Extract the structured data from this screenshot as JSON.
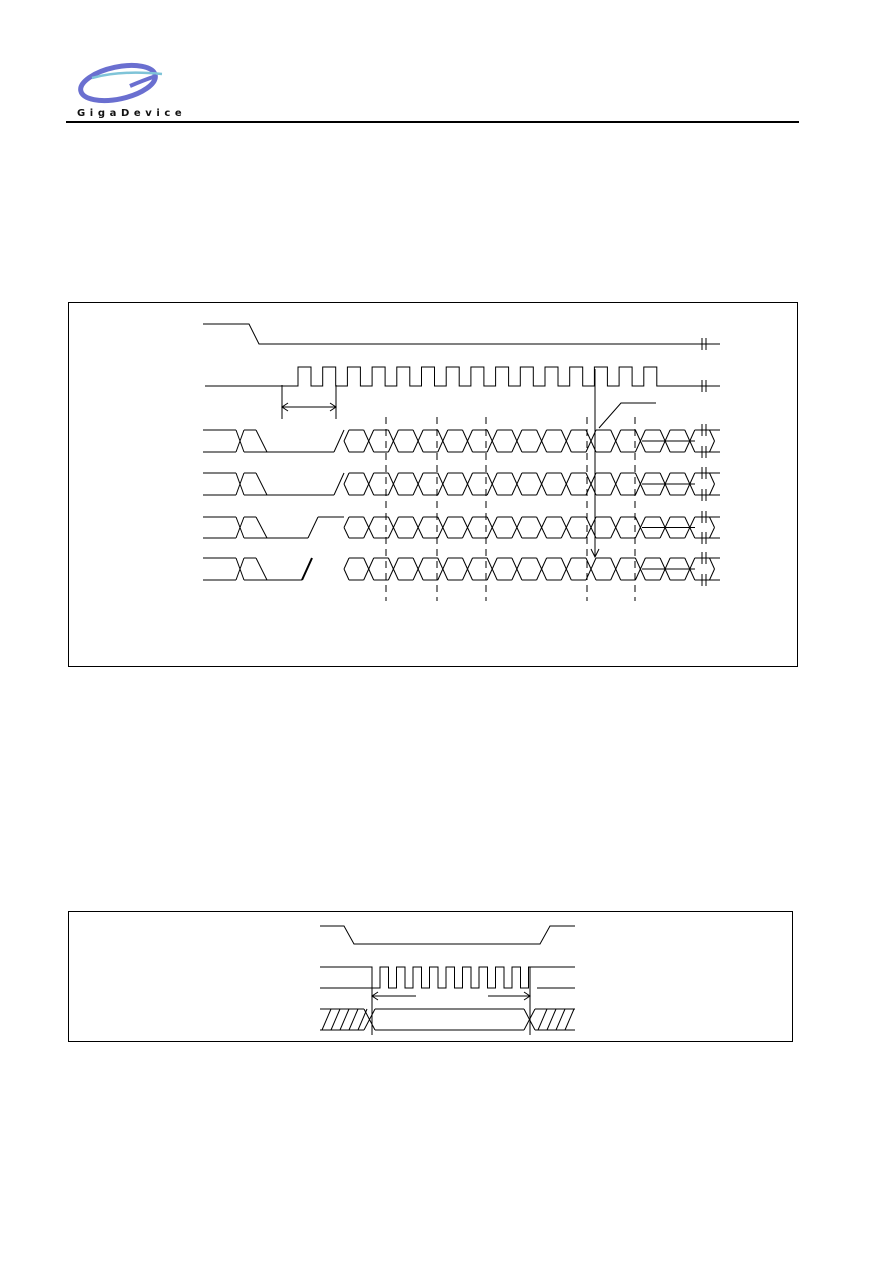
{
  "brand": {
    "name": "GigaDevice",
    "colors": {
      "logo_ring": "#6a6fd0",
      "logo_highlight": "#7fc4d8",
      "text": "#111111",
      "line": "#000000"
    },
    "logo_icon": "gigadevice-swoosh-logo"
  },
  "figures": [
    {
      "id": "quad-output-timing",
      "icon": "timing-waveform-icon",
      "labels": []
    },
    {
      "id": "serial-read-timing",
      "icon": "timing-waveform-icon",
      "labels": []
    }
  ]
}
